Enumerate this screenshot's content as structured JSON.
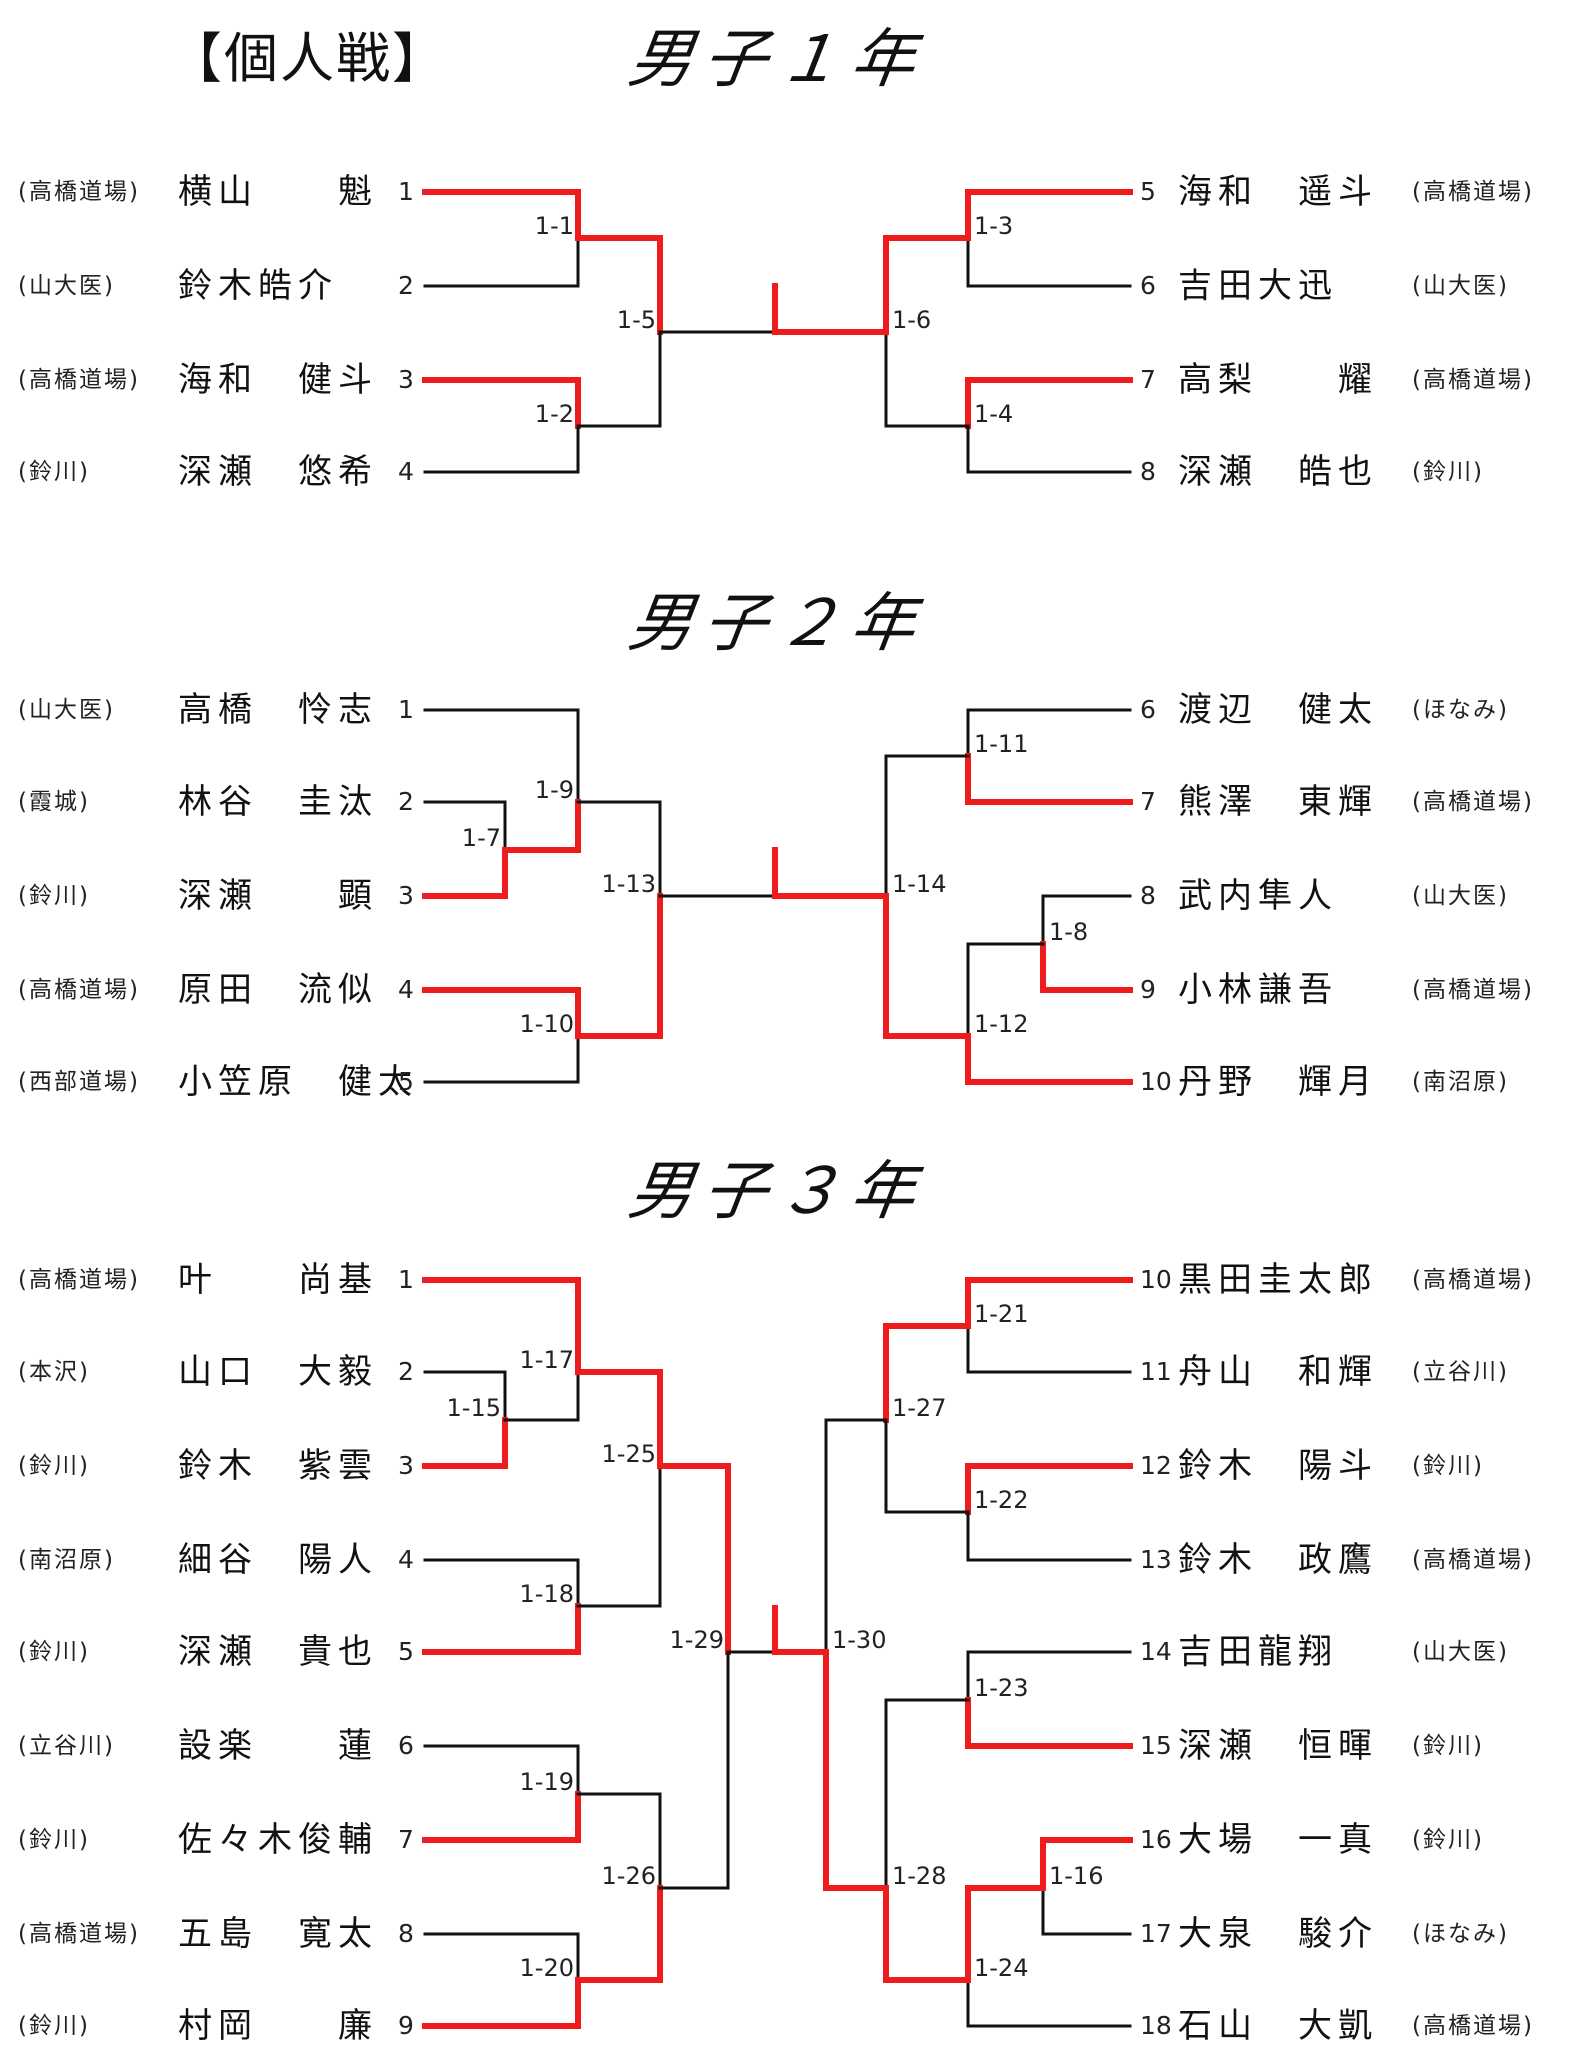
{
  "heading": "【個人戦】",
  "colors": {
    "win": "#ee1c1c",
    "line": "#111111"
  },
  "sections": [
    {
      "title": "男子１年",
      "left": [
        {
          "club": "(高橋道場)",
          "name": "横山　　魁",
          "seed": "1"
        },
        {
          "club": "(山大医)",
          "name": "鈴木皓介",
          "seed": "2"
        },
        {
          "club": "(高橋道場)",
          "name": "海和　健斗",
          "seed": "3"
        },
        {
          "club": "(鈴川)",
          "name": "深瀬　悠希",
          "seed": "4"
        }
      ],
      "right": [
        {
          "seed": "5",
          "name": "海和　遥斗",
          "club": "(高橋道場)"
        },
        {
          "seed": "6",
          "name": "吉田大迅",
          "club": "(山大医)"
        },
        {
          "seed": "7",
          "name": "高梨　　耀",
          "club": "(高橋道場)"
        },
        {
          "seed": "8",
          "name": "深瀬　皓也",
          "club": "(鈴川)"
        }
      ],
      "matches": [
        "1-1",
        "1-2",
        "1-3",
        "1-4",
        "1-5",
        "1-6"
      ]
    },
    {
      "title": "男子２年",
      "left": [
        {
          "club": "(山大医)",
          "name": "高橋　怜志",
          "seed": "1"
        },
        {
          "club": "(霞城)",
          "name": "林谷　圭汰",
          "seed": "2"
        },
        {
          "club": "(鈴川)",
          "name": "深瀬　　顕",
          "seed": "3"
        },
        {
          "club": "(高橋道場)",
          "name": "原田　流似",
          "seed": "4"
        },
        {
          "club": "(西部道場)",
          "name": "小笠原　健太",
          "seed": "5"
        }
      ],
      "right": [
        {
          "seed": "6",
          "name": "渡辺　健太",
          "club": "(ほなみ)"
        },
        {
          "seed": "7",
          "name": "熊澤　東輝",
          "club": "(高橋道場)"
        },
        {
          "seed": "8",
          "name": "武内隼人",
          "club": "(山大医)"
        },
        {
          "seed": "9",
          "name": "小林謙吾",
          "club": "(高橋道場)"
        },
        {
          "seed": "10",
          "name": "丹野　輝月",
          "club": "(南沼原)"
        }
      ],
      "matches": [
        "1-7",
        "1-8",
        "1-9",
        "1-10",
        "1-11",
        "1-12",
        "1-13",
        "1-14"
      ]
    },
    {
      "title": "男子３年",
      "left": [
        {
          "club": "(高橋道場)",
          "name": "叶　　尚基",
          "seed": "1"
        },
        {
          "club": "(本沢)",
          "name": "山口　大毅",
          "seed": "2"
        },
        {
          "club": "(鈴川)",
          "name": "鈴木　紫雲",
          "seed": "3"
        },
        {
          "club": "(南沼原)",
          "name": "細谷　陽人",
          "seed": "4"
        },
        {
          "club": "(鈴川)",
          "name": "深瀬　貴也",
          "seed": "5"
        },
        {
          "club": "(立谷川)",
          "name": "設楽　　蓮",
          "seed": "6"
        },
        {
          "club": "(鈴川)",
          "name": "佐々木俊輔",
          "seed": "7"
        },
        {
          "club": "(高橋道場)",
          "name": "五島　寛太",
          "seed": "8"
        },
        {
          "club": "(鈴川)",
          "name": "村岡　　廉",
          "seed": "9"
        }
      ],
      "right": [
        {
          "seed": "10",
          "name": "黒田圭太郎",
          "club": "(高橋道場)"
        },
        {
          "seed": "11",
          "name": "舟山　和輝",
          "club": "(立谷川)"
        },
        {
          "seed": "12",
          "name": "鈴木　陽斗",
          "club": "(鈴川)"
        },
        {
          "seed": "13",
          "name": "鈴木　政鷹",
          "club": "(高橋道場)"
        },
        {
          "seed": "14",
          "name": "吉田龍翔",
          "club": "(山大医)"
        },
        {
          "seed": "15",
          "name": "深瀬　恒暉",
          "club": "(鈴川)"
        },
        {
          "seed": "16",
          "name": "大場　一真",
          "club": "(鈴川)"
        },
        {
          "seed": "17",
          "name": "大泉　駿介",
          "club": "(ほなみ)"
        },
        {
          "seed": "18",
          "name": "石山　大凱",
          "club": "(高橋道場)"
        }
      ],
      "matches": [
        "1-15",
        "1-16",
        "1-17",
        "1-18",
        "1-19",
        "1-20",
        "1-21",
        "1-22",
        "1-23",
        "1-24",
        "1-25",
        "1-26",
        "1-27",
        "1-28",
        "1-29",
        "1-30"
      ]
    }
  ]
}
